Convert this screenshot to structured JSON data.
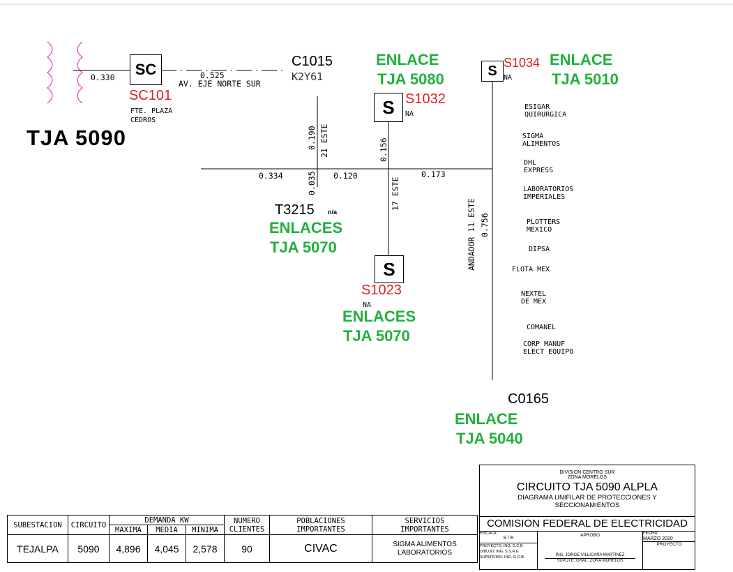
{
  "circuit_name": "TJA 5090",
  "substation_side": {
    "dist_left": "0.330",
    "sc_label": "SC",
    "sc_id": "SC101",
    "sc_location": [
      "FTE. PLAZA",
      "CEDROS"
    ],
    "dist_right": "0.525",
    "street": "AV. EJE NORTE SUR"
  },
  "c1015": {
    "id": "C1015",
    "code": "K2Y61"
  },
  "enlace_5080": {
    "line1": "ENLACE",
    "line2": "TJA 5080"
  },
  "s1032": {
    "label": "S",
    "id": "S1032",
    "state": "NA"
  },
  "s1034": {
    "label": "S",
    "id": "S1034",
    "state": "NA"
  },
  "enlace_5010": {
    "line1": "ENLACE",
    "line2": "TJA 5010"
  },
  "branch_21_este": {
    "dist": "0.190",
    "street": "21 ESTE"
  },
  "branch_17_este_top": {
    "dist": "0.156"
  },
  "main_line": {
    "d1": "0.334",
    "d2": "0.035",
    "d3": "0.120",
    "d4": "0.173"
  },
  "branch_17_este": {
    "street": "17 ESTE"
  },
  "andador": {
    "street": "ANDADOR 11 ESTE",
    "dist": "0.756"
  },
  "t3215": {
    "id": "T3215",
    "state": "n/a",
    "enl1": "ENLACES",
    "enl2": "TJA 5070"
  },
  "s1023": {
    "label": "S",
    "id": "S1023",
    "state": "NA",
    "enl1": "ENLACES",
    "enl2": "TJA 5070"
  },
  "customers": [
    [
      "ESIGAR",
      "QUIRURGICA"
    ],
    [
      "SIGMA",
      "ALIMENTOS"
    ],
    [
      "DHL",
      "EXPRESS"
    ],
    [
      "LABORATORIOS",
      "IMPERIALES"
    ],
    [
      "PLOTTERS",
      "MEXICO"
    ],
    [
      "DIPSA"
    ],
    [
      "FLOTA MEX"
    ],
    [
      "NEXTEL",
      "DE MEX"
    ],
    [
      "COMANEL"
    ],
    [
      "CORP MANUF",
      "ELECT EQUIPO"
    ]
  ],
  "c0165": {
    "id": "C0165",
    "enl1": "ENLACE",
    "enl2": "TJA 5040"
  },
  "title_block": {
    "division": "DIVISION CENTRO SUR",
    "zone": "ZONA MORELOS",
    "title": "CIRCUITO TJA 5090  ALPLA",
    "sub1": "DIAGRAMA UNIFILAR DE PROTECCIONES Y",
    "sub2": "SECCIONAMIENTOS",
    "company": "COMISION FEDERAL DE ELECTRICIDAD",
    "escala_label": "ESCALA:",
    "escala": "S / E",
    "aprobo": "APROBO",
    "fecha_label": "FECHA:",
    "fecha": "MARZO 2020",
    "proyecto_label": "PROYECTO",
    "proyecto": "PROYECTO: ING. G.C.B",
    "dibujo": "DIBUJO:   ING. S.S.R.E",
    "superviso": "SUPERVISO: ING. G.C.B.",
    "approver": "ING. JORGE VILLICAÑA MARTINEZ",
    "approver_title": "SUPDTE. GRAL. ZONA MORELOS"
  },
  "info_table": {
    "h_subestacion": "SUBESTACION",
    "h_circuito": "CIRCUITO",
    "h_demanda": "DEMANDA KW",
    "h_maxima": "MAXIMA",
    "h_media": "MEDIA",
    "h_minima": "MINIMA",
    "h_numero": "NUMERO",
    "h_clientes": "CLIENTES",
    "h_poblaciones": "POBLACIONES",
    "h_importantes": "IMPORTANTES",
    "h_servicios": "SERVICIOS",
    "h_importantes2": "IMPORTANTES",
    "subestacion": "TEJALPA",
    "circuito": "5090",
    "maxima": "4,896",
    "media": "4,045",
    "minima": "2,578",
    "clientes": "90",
    "poblaciones": "CIVAC",
    "servicios1": "SIGMA ALIMENTOS",
    "servicios2": "LABORATORIOS"
  }
}
